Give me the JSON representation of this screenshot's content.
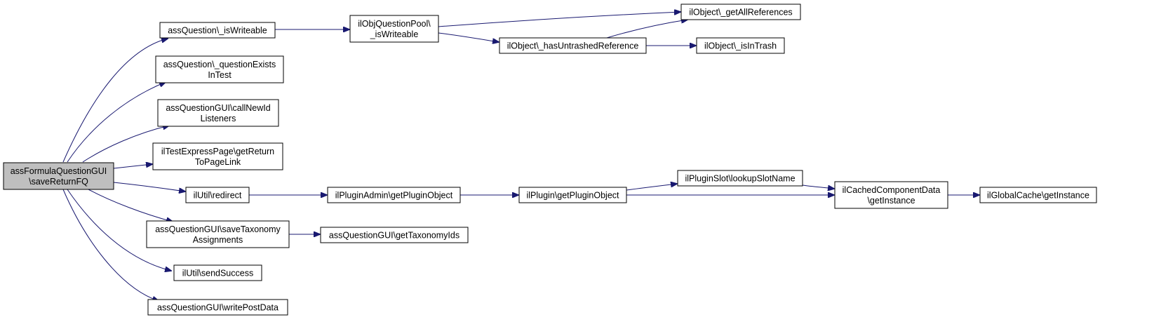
{
  "diagram": {
    "type": "call-graph",
    "colors": {
      "root_fill": "#bfbfbf",
      "node_fill": "#ffffff",
      "edge": "#191970"
    },
    "nodes": [
      {
        "id": "root",
        "lines": [
          "assFormulaQuestionGUI",
          "\\saveReturnFQ"
        ]
      },
      {
        "id": "isWrite",
        "lines": [
          "assQuestion\\_isWriteable"
        ]
      },
      {
        "id": "qExists",
        "lines": [
          "assQuestion\\_questionExists",
          "InTest"
        ]
      },
      {
        "id": "callNew",
        "lines": [
          "assQuestionGUI\\callNewId",
          "Listeners"
        ]
      },
      {
        "id": "getReturn",
        "lines": [
          "ilTestExpressPage\\getReturn",
          "ToPageLink"
        ]
      },
      {
        "id": "redirect",
        "lines": [
          "ilUtil\\redirect"
        ]
      },
      {
        "id": "saveTax",
        "lines": [
          "assQuestionGUI\\saveTaxonomy",
          "Assignments"
        ]
      },
      {
        "id": "sendSucc",
        "lines": [
          "ilUtil\\sendSuccess"
        ]
      },
      {
        "id": "writePost",
        "lines": [
          "assQuestionGUI\\writePostData"
        ]
      },
      {
        "id": "poolWrite",
        "lines": [
          "ilObjQuestionPool\\",
          "_isWriteable"
        ]
      },
      {
        "id": "getAllRef",
        "lines": [
          "ilObject\\_getAllReferences"
        ]
      },
      {
        "id": "hasUntr",
        "lines": [
          "ilObject\\_hasUntrashedReference"
        ]
      },
      {
        "id": "inTrash",
        "lines": [
          "ilObject\\_isInTrash"
        ]
      },
      {
        "id": "plugAdmin",
        "lines": [
          "ilPluginAdmin\\getPluginObject"
        ]
      },
      {
        "id": "plugGet",
        "lines": [
          "ilPlugin\\getPluginObject"
        ]
      },
      {
        "id": "slotName",
        "lines": [
          "ilPluginSlot\\lookupSlotName"
        ]
      },
      {
        "id": "cached",
        "lines": [
          "ilCachedComponentData",
          "\\getInstance"
        ]
      },
      {
        "id": "global",
        "lines": [
          "ilGlobalCache\\getInstance"
        ]
      },
      {
        "id": "taxIds",
        "lines": [
          "assQuestionGUI\\getTaxonomyIds"
        ]
      }
    ],
    "edges": [
      {
        "from": "root",
        "to": "isWrite"
      },
      {
        "from": "root",
        "to": "qExists"
      },
      {
        "from": "root",
        "to": "callNew"
      },
      {
        "from": "root",
        "to": "getReturn"
      },
      {
        "from": "root",
        "to": "redirect"
      },
      {
        "from": "root",
        "to": "saveTax"
      },
      {
        "from": "root",
        "to": "sendSucc"
      },
      {
        "from": "root",
        "to": "writePost"
      },
      {
        "from": "isWrite",
        "to": "poolWrite"
      },
      {
        "from": "poolWrite",
        "to": "getAllRef"
      },
      {
        "from": "poolWrite",
        "to": "hasUntr"
      },
      {
        "from": "hasUntr",
        "to": "getAllRef"
      },
      {
        "from": "hasUntr",
        "to": "inTrash"
      },
      {
        "from": "redirect",
        "to": "plugAdmin"
      },
      {
        "from": "plugAdmin",
        "to": "plugGet"
      },
      {
        "from": "plugGet",
        "to": "slotName"
      },
      {
        "from": "plugGet",
        "to": "cached"
      },
      {
        "from": "slotName",
        "to": "cached"
      },
      {
        "from": "cached",
        "to": "global"
      },
      {
        "from": "saveTax",
        "to": "taxIds"
      }
    ]
  }
}
